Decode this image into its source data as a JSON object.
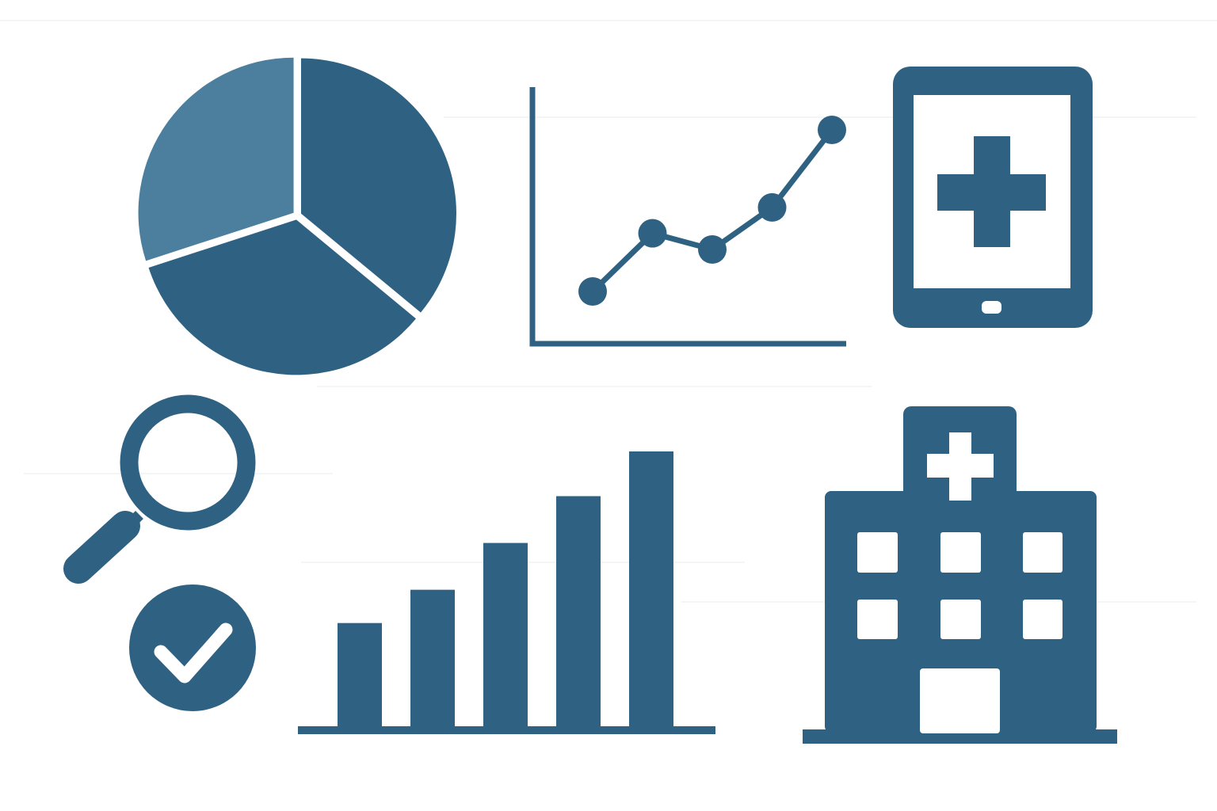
{
  "colors": {
    "background": "#ffffff",
    "primary": "#2f6282",
    "secondary": "#4c7f9e",
    "divider": "#eceff2",
    "knockout": "#ffffff"
  },
  "icons": [
    "pie-chart-icon",
    "line-chart-icon",
    "medical-tablet-icon",
    "magnifying-glass-icon",
    "check-circle-icon",
    "bar-chart-icon",
    "hospital-building-icon"
  ],
  "pie_chart": {
    "slices": [
      {
        "share": 0.36,
        "tone": "primary"
      },
      {
        "share": 0.34,
        "tone": "primary"
      },
      {
        "share": 0.3,
        "tone": "secondary"
      }
    ]
  },
  "line_chart": {
    "points": [
      1.0,
      2.8,
      2.3,
      3.6,
      6.0
    ]
  },
  "bar_chart": {
    "values": [
      1.0,
      1.32,
      1.77,
      2.22,
      2.65
    ]
  }
}
